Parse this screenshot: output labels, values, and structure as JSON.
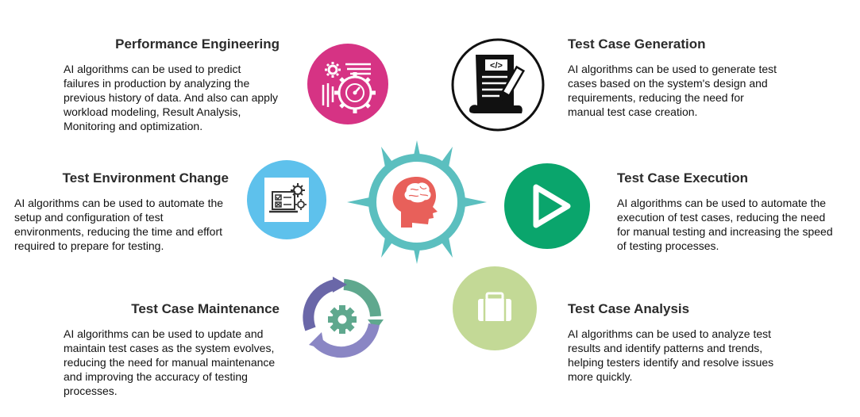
{
  "colors": {
    "hub_ring": "#5bbfbf",
    "head": "#e8605a",
    "performance": "#d63384",
    "environment": "#5ec1ec",
    "execution": "#0aa56c",
    "analysis": "#c3d996",
    "maintenance_a": "#6a67a8",
    "maintenance_b": "#5fa88e",
    "gear": "#5fa88e"
  },
  "blocks": {
    "performance": {
      "title": "Performance Engineering",
      "text": "AI algorithms can be used to predict failures in production by analyzing the previous history of data. And also can apply workload modeling, Result Analysis, Monitoring and optimization."
    },
    "generation": {
      "title": "Test Case Generation",
      "text": "AI algorithms can be used to generate test cases based on the system's design and requirements, reducing the need for manual test case creation."
    },
    "environment": {
      "title": "Test Environment Change",
      "text": "AI algorithms can be used to automate the setup and configuration of test environments, reducing the time and effort required to prepare for testing."
    },
    "execution": {
      "title": "Test Case Execution",
      "text": "AI algorithms can be used to automate the execution of test cases, reducing the need for manual testing and increasing the speed of testing processes."
    },
    "maintenance": {
      "title": "Test Case Maintenance",
      "text": "AI algorithms can be used to update and maintain test cases as the system evolves, reducing the need for manual maintenance and improving the accuracy of testing processes."
    },
    "analysis": {
      "title": "Test Case Analysis",
      "text": "AI algorithms can be used to analyze test results and identify patterns and trends, helping testers identify and resolve issues more quickly."
    }
  },
  "icons": {
    "hub": "brain-head-icon",
    "performance": "gear-dashboard-icon",
    "generation": "code-document-pen-icon",
    "environment": "laptop-checklist-gear-icon",
    "execution": "play-icon",
    "analysis": "briefcase-icon",
    "maintenance": "cycle-gear-icon"
  }
}
